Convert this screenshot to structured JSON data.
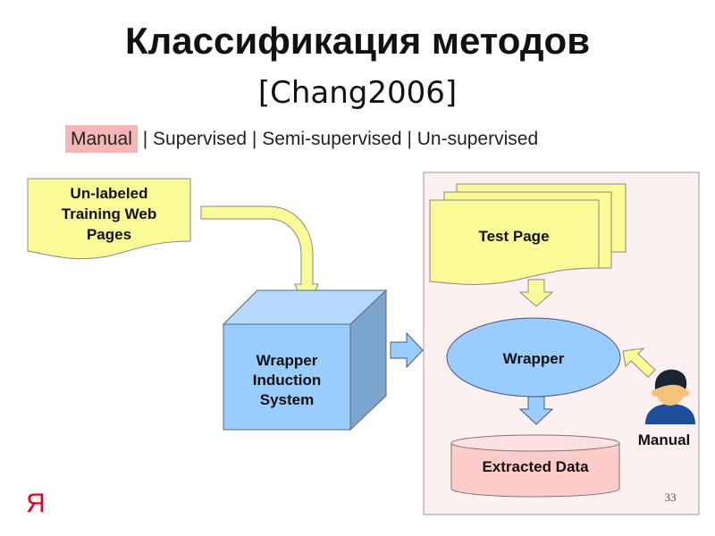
{
  "title": "Классификация методов",
  "subtitle": "[Chang2006]",
  "methods": {
    "items": [
      "Manual",
      "Supervised",
      "Semi-supervised",
      "Un-supervised"
    ],
    "separator": " | ",
    "highlighted": "Manual"
  },
  "diagram": {
    "training_pages": [
      "Un-labeled",
      "Training Web",
      "Pages"
    ],
    "induction_system": [
      "Wrapper",
      "Induction",
      "System"
    ],
    "test_page": "Test Page",
    "wrapper": "Wrapper",
    "extracted_data": "Extracted Data",
    "manual_label": "Manual"
  },
  "page_number": "33",
  "logo": "Я",
  "colors": {
    "yellow": "#fafa96",
    "blue": "#99ccff",
    "pink": "#ffcccc",
    "panel": "#fdf0f0",
    "logo": "#e3001b"
  }
}
